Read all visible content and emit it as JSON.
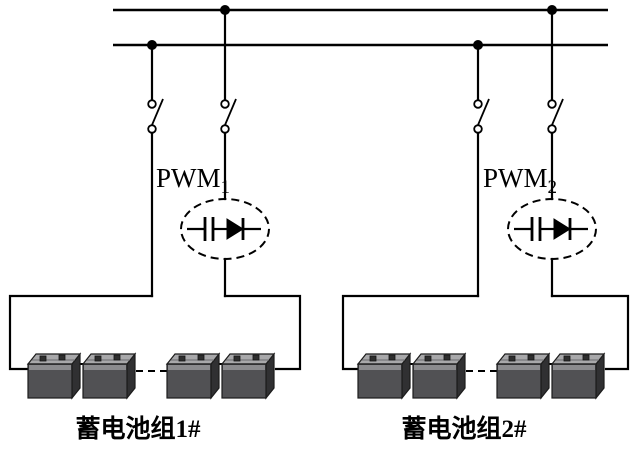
{
  "figure_type": "dc-bus-battery-charging-circuit",
  "labels": {
    "pwm1_base": "PWM",
    "pwm1_sub": "1",
    "pwm2_base": "PWM",
    "pwm2_sub": "2",
    "battery_group1": "蓄电池组1#",
    "battery_group2": "蓄电池组2#"
  },
  "icons": {
    "disconnect_switch": "two-small-circles-with-diagonal-blade",
    "pwm_converter": "dashed-ellipse-with-chopper-and-diode",
    "battery": "3d-battery-block",
    "junction": "filled-dot"
  },
  "colors": {
    "wire": "#000000",
    "background": "#ffffff",
    "battery_front": "#515154",
    "battery_top": "#a8a8aa",
    "battery_side": "#303032"
  }
}
